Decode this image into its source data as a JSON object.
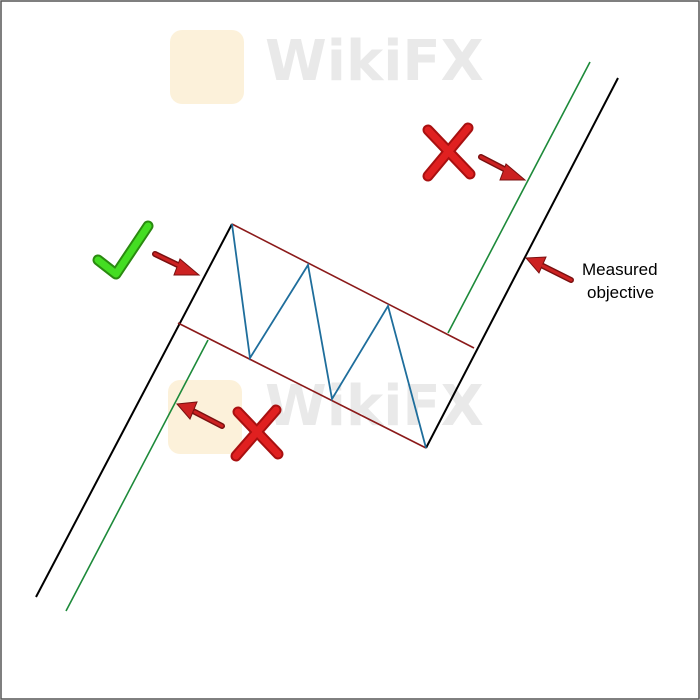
{
  "diagram": {
    "annotation_lines": [
      "Measured",
      "objective"
    ],
    "watermark_text": "WikiFX",
    "colors": {
      "trend": "#000000",
      "channel": "#8b1a1a",
      "zigzag": "#1f6e9c",
      "projection": "#1d8a3a",
      "arrow": "#cc2222",
      "cross": "#e02020",
      "check": "#44dd22",
      "border": "#555555"
    },
    "icons": [
      "check-icon",
      "cross-icon",
      "arrow-icon"
    ]
  }
}
